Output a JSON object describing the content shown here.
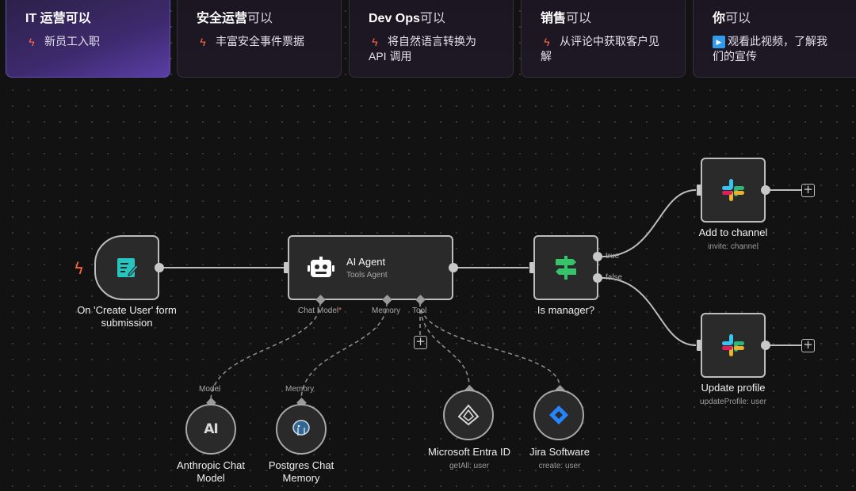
{
  "cards": [
    {
      "title_bold": "IT ",
      "title_rest": "运营可以",
      "icon": "bolt-icon",
      "text": "新员工入职",
      "active": true
    },
    {
      "title_bold": "",
      "title_rest_strong": "安全运营",
      "title_rest": "可以",
      "icon": "bolt-icon",
      "text": "丰富安全事件票据"
    },
    {
      "title_bold": "Dev Ops",
      "title_rest": "可以",
      "icon": "bolt-icon",
      "text_l1": "将自然语言转换为",
      "text_l2": "API 调用"
    },
    {
      "title_bold": "销售",
      "title_rest": "可以",
      "icon": "bolt-icon",
      "text_l1": "从评论中获取客户见",
      "text_l2": "解"
    },
    {
      "title_bold": "你",
      "title_rest": "可以",
      "icon": "play-video-icon",
      "text_l1": "观看此视频，了解我",
      "text_l2": "们的宣传"
    }
  ],
  "nodes": {
    "trigger": {
      "label_l1": "On 'Create User' form",
      "label_l2": "submission",
      "icon": "form-icon"
    },
    "agent": {
      "title": "AI Agent",
      "subtitle": "Tools Agent",
      "icon": "robot-icon",
      "ports": {
        "chat_model": "Chat Model",
        "required_mark": "*",
        "memory": "Memory",
        "tool": "Tool"
      }
    },
    "switch": {
      "label": "Is manager?",
      "icon": "signpost-icon",
      "out_true": "true",
      "out_false": "false"
    },
    "slack1": {
      "label": "Add to channel",
      "sub": "invite: channel",
      "icon": "slack-icon"
    },
    "slack2": {
      "label": "Update profile",
      "sub": "updateProfile: user",
      "icon": "slack-icon"
    },
    "anthropic": {
      "port": "Model",
      "label_l1": "Anthropic Chat",
      "label_l2": "Model",
      "icon": "anthropic-icon"
    },
    "postgres": {
      "port": "Memory",
      "label_l1": "Postgres Chat",
      "label_l2": "Memory",
      "icon": "postgres-icon"
    },
    "entra": {
      "label": "Microsoft Entra ID",
      "sub": "getAll: user",
      "icon": "entra-icon"
    },
    "jira": {
      "label": "Jira Software",
      "sub": "create: user",
      "icon": "jira-icon"
    }
  },
  "colors": {
    "accent": "#5a3ea6",
    "trigger": "#ff6b3d",
    "switch_green": "#35c46a",
    "jira_blue": "#2684ff"
  }
}
